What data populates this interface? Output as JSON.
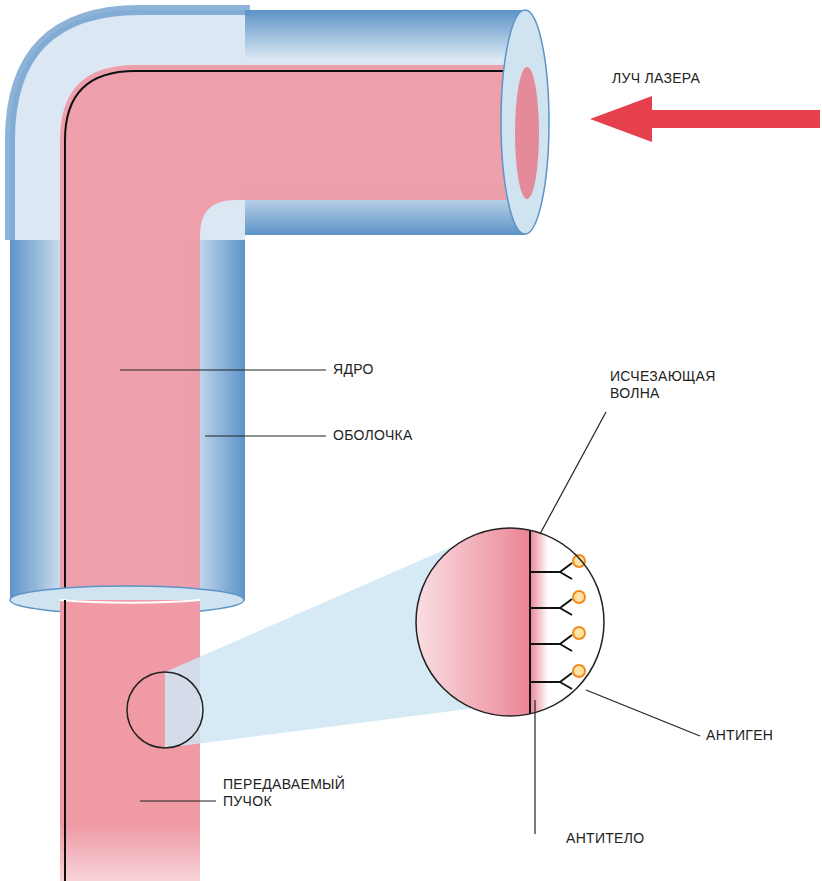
{
  "diagram": {
    "labels": [
      "ЛУЧ ЛАЗЕРА",
      "ЯДРО",
      "ОБОЛОЧКА",
      "ИСЧЕЗАЮЩАЯ ВОЛНА",
      "АНТИГЕН",
      "АНТИТЕЛО",
      "ПЕРЕДАВАЕМЫЙ ПУЧОК"
    ]
  }
}
